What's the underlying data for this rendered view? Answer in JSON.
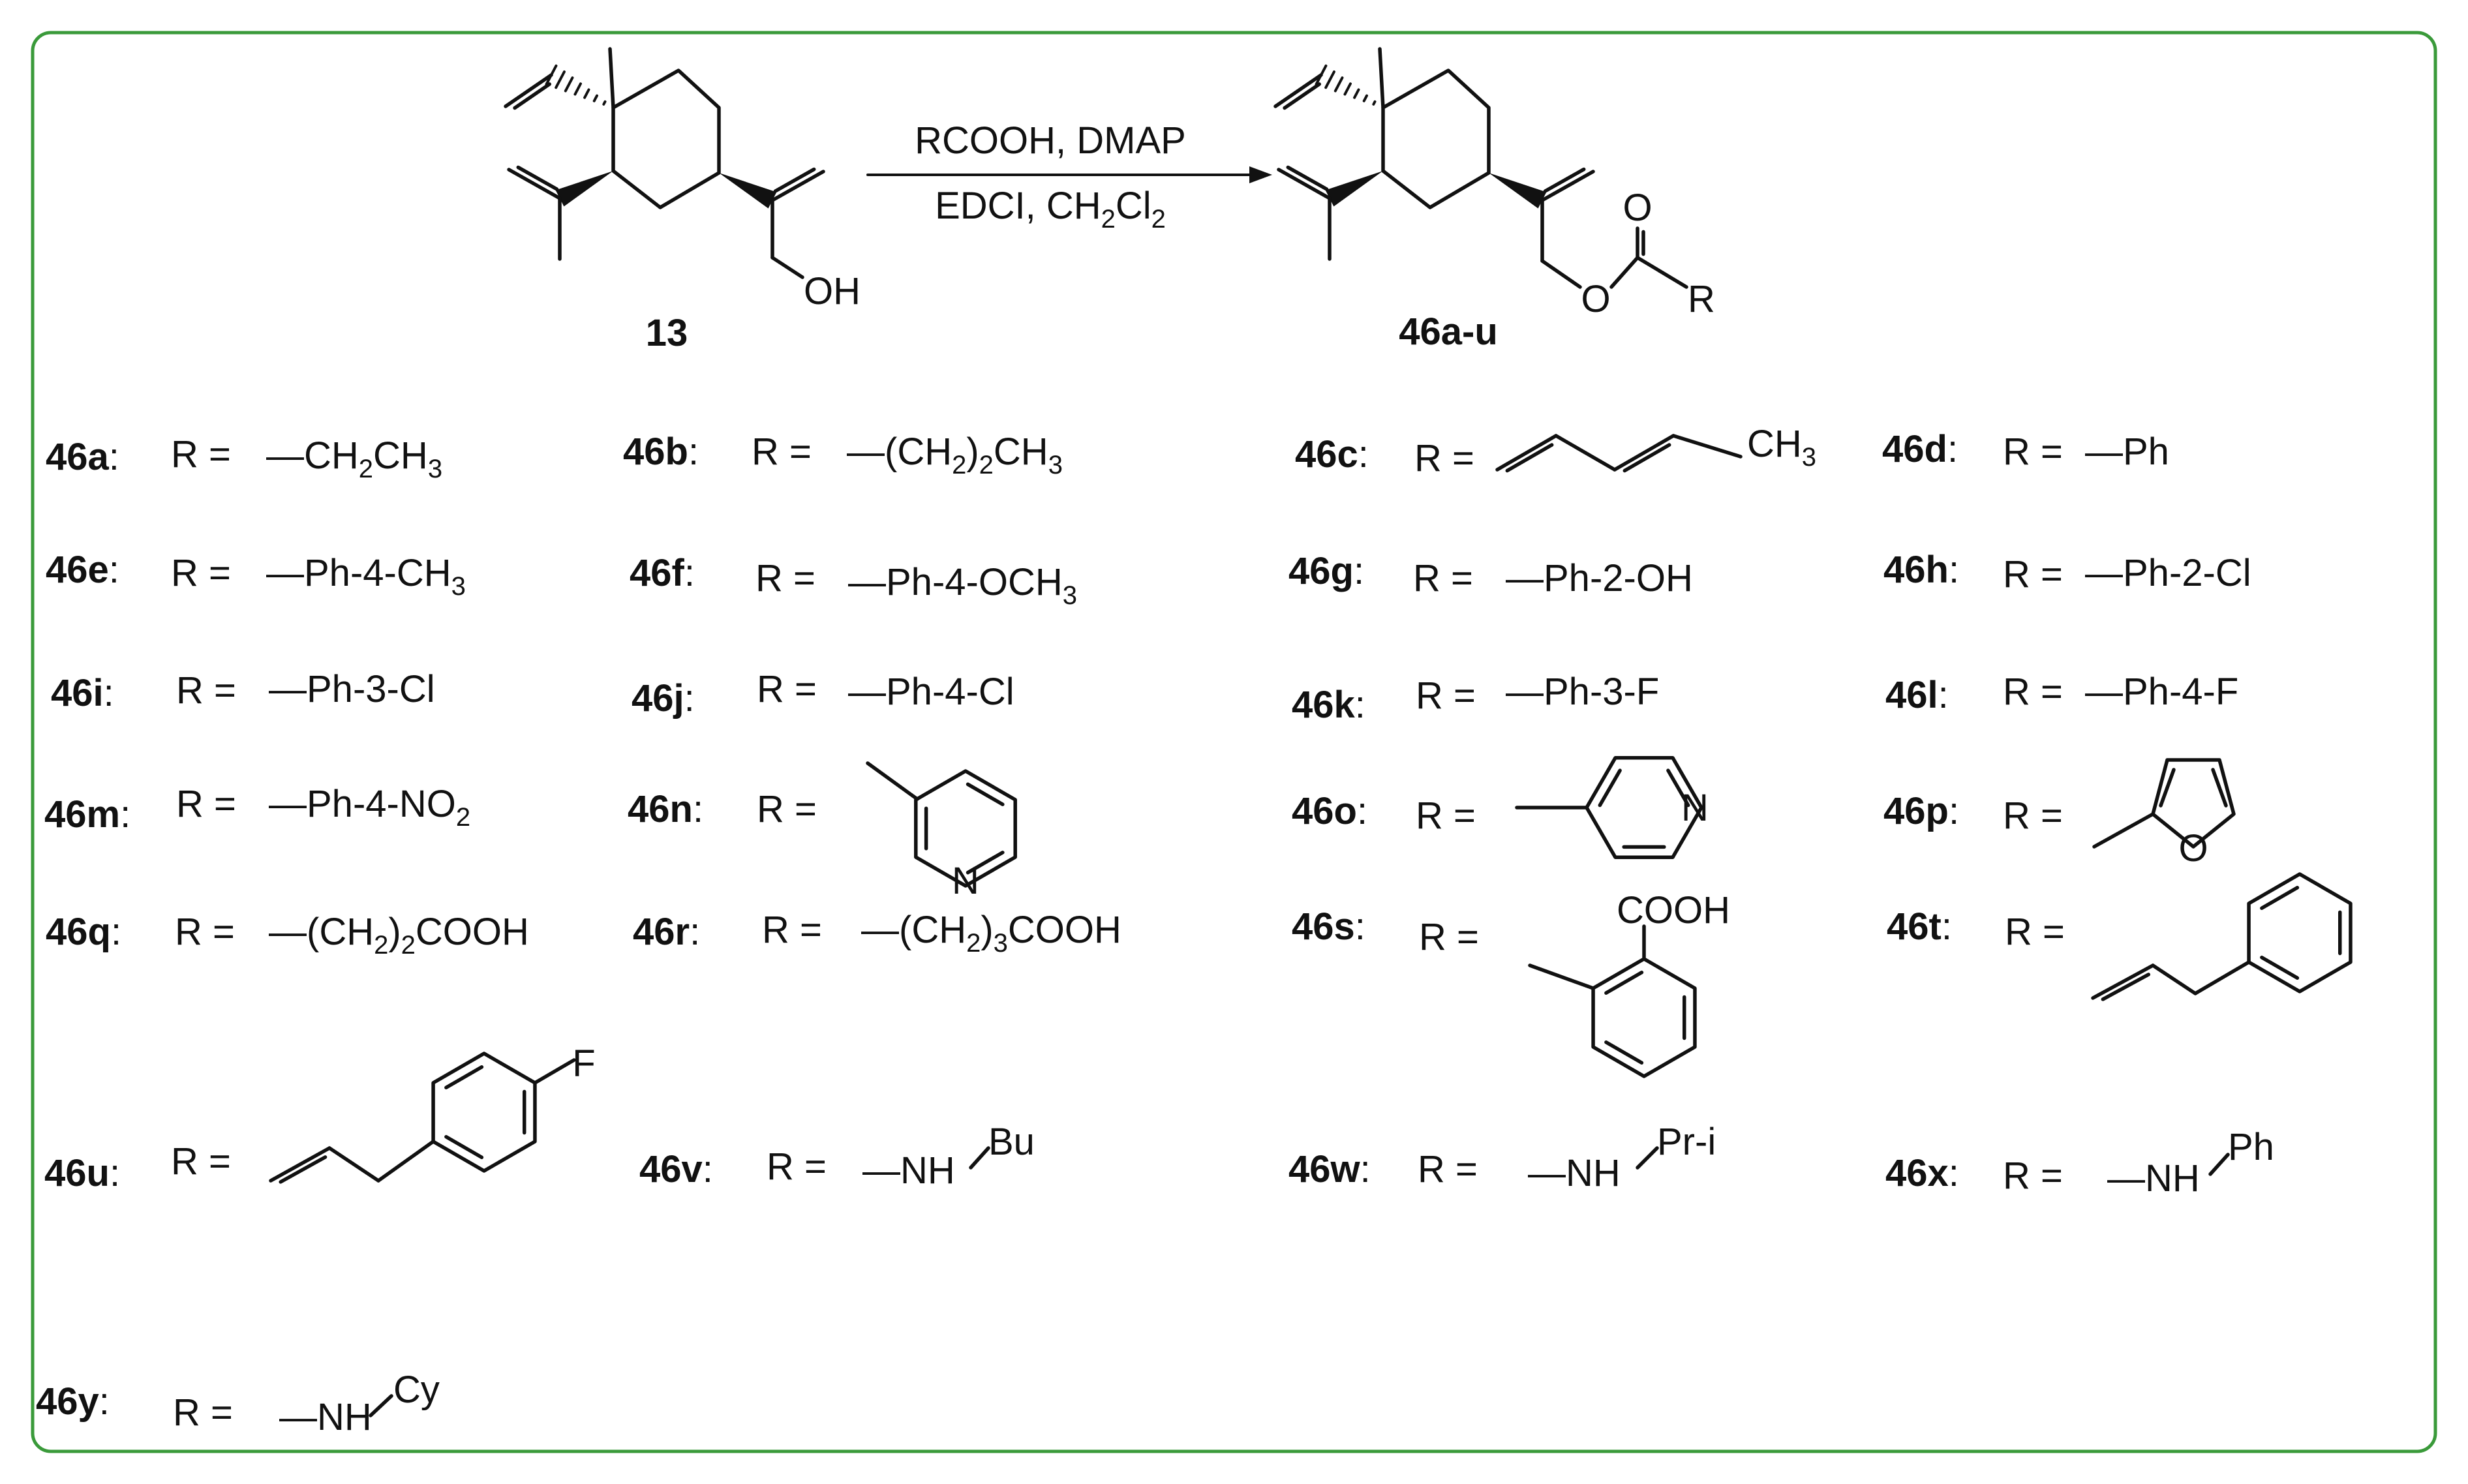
{
  "frame": {
    "border_color": "#3a9a3a"
  },
  "reaction": {
    "reagents_line1": "RCOOH, DMAP",
    "reagents_line2_a": "EDCI, CH",
    "reagents_line2_sub1": "2",
    "reagents_line2_b": "Cl",
    "reagents_line2_sub2": "2",
    "start_label": "13",
    "start_oh": "OH",
    "product_label": "46a-u",
    "product_o_carbonyl": "O",
    "product_o_ester": "O",
    "product_r": "R"
  },
  "entries": {
    "a": {
      "label": "46a",
      "r": "R =",
      "main": "—CH",
      "s1": "2",
      "m2": "CH",
      "s2": "3"
    },
    "b": {
      "label": "46b",
      "r": "R =",
      "main": "—(CH",
      "s1": "2",
      "m2": ")",
      "s2": "2",
      "m3": "CH",
      "s3": "3"
    },
    "c": {
      "label": "46c",
      "r": "R =",
      "ch": "CH",
      "s1": "3"
    },
    "d": {
      "label": "46d",
      "r": "R =",
      "main": "—Ph"
    },
    "e": {
      "label": "46e",
      "r": "R =",
      "main": "—Ph-4-CH",
      "s1": "3"
    },
    "f": {
      "label": "46f",
      "r": "R =",
      "main": "—Ph-4-OCH",
      "s1": "3"
    },
    "g": {
      "label": "46g",
      "r": "R =",
      "main": "—Ph-2-OH"
    },
    "h": {
      "label": "46h",
      "r": "R =",
      "main": "—Ph-2-Cl"
    },
    "i": {
      "label": "46i",
      "r": "R =",
      "main": "—Ph-3-Cl"
    },
    "j": {
      "label": "46j",
      "r": "R =",
      "main": "—Ph-4-Cl"
    },
    "k": {
      "label": "46k",
      "r": "R =",
      "main": "—Ph-3-F"
    },
    "l": {
      "label": "46l",
      "r": "R =",
      "main": "—Ph-4-F"
    },
    "m": {
      "label": "46m",
      "r": "R =",
      "main": "—Ph-4-NO",
      "s1": "2"
    },
    "n": {
      "label": "46n",
      "r": "R =",
      "atom": "N"
    },
    "o": {
      "label": "46o",
      "r": "R =",
      "atom": "N"
    },
    "p": {
      "label": "46p",
      "r": "R =",
      "atom": "O"
    },
    "q": {
      "label": "46q",
      "r": "R =",
      "main": "—(CH",
      "s1": "2",
      "m2": ")",
      "s2": "2",
      "m3": "COOH"
    },
    "r": {
      "label": "46r",
      "r": "R =",
      "main": "—(CH",
      "s1": "2",
      "m2": ")",
      "s2": "3",
      "m3": "COOH"
    },
    "s": {
      "label": "46s",
      "r": "R =",
      "atom": "COOH"
    },
    "t": {
      "label": "46t",
      "r": "R ="
    },
    "u": {
      "label": "46u",
      "r": "R =",
      "atom": "F"
    },
    "v": {
      "label": "46v",
      "r": "R =",
      "nh": "—NH",
      "sub": "Bu"
    },
    "w": {
      "label": "46w",
      "r": "R =",
      "nh": "—NH",
      "sub": "Pr-i"
    },
    "x": {
      "label": "46x",
      "r": "R =",
      "nh": "—NH",
      "sub": "Ph"
    },
    "y": {
      "label": "46y",
      "r": "R =",
      "nh": "—NH",
      "sub": "Cy"
    }
  }
}
